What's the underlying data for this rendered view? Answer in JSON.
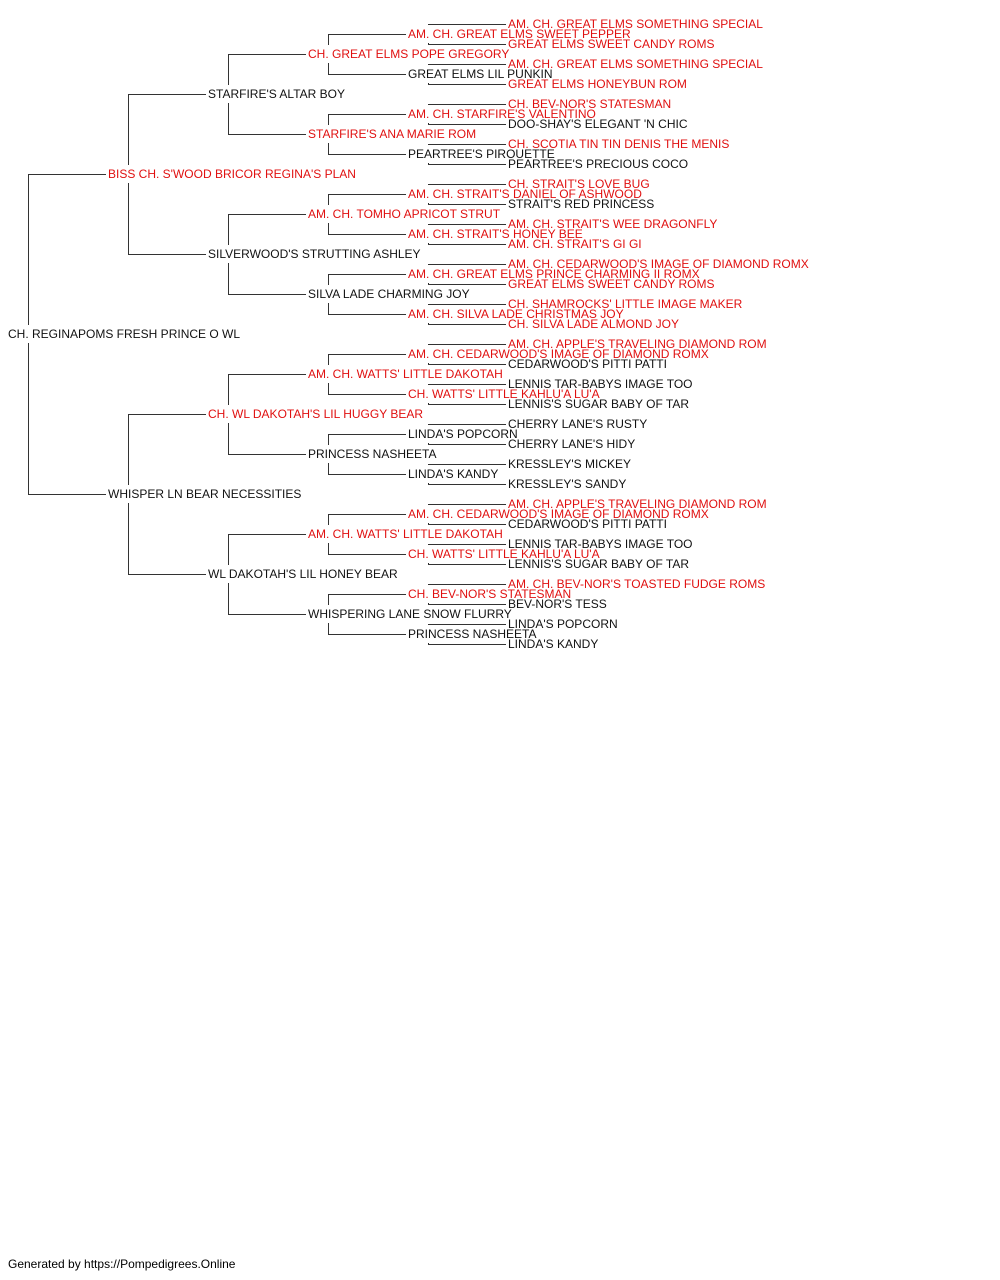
{
  "colors": {
    "titled": "#e01010",
    "plain": "#111111",
    "line": "#333333"
  },
  "pedigree": {
    "subject": {
      "name": "CH. REGINAPOMS FRESH PRINCE O WL",
      "titled": false
    },
    "sire": {
      "name": "BISS CH. S'WOOD BRICOR REGINA'S PLAN",
      "titled": true,
      "sire": {
        "name": "STARFIRE'S ALTAR BOY",
        "titled": false,
        "sire": {
          "name": "CH. GREAT ELMS POPE GREGORY",
          "titled": true,
          "sire": {
            "name": "AM. CH. GREAT ELMS SWEET PEPPER",
            "titled": true,
            "sire": {
              "name": "AM. CH. GREAT ELMS SOMETHING SPECIAL",
              "titled": true
            },
            "dam": {
              "name": "GREAT ELMS SWEET CANDY ROMS",
              "titled": true
            }
          },
          "dam": {
            "name": "GREAT ELMS LIL PUNKIN",
            "titled": false,
            "sire": {
              "name": "AM. CH. GREAT ELMS SOMETHING SPECIAL",
              "titled": true
            },
            "dam": {
              "name": "GREAT ELMS HONEYBUN ROM",
              "titled": true
            }
          }
        },
        "dam": {
          "name": "STARFIRE'S ANA MARIE ROM",
          "titled": true,
          "sire": {
            "name": "AM. CH. STARFIRE'S VALENTINO",
            "titled": true,
            "sire": {
              "name": "CH. BEV-NOR'S STATESMAN",
              "titled": true
            },
            "dam": {
              "name": "DOO-SHAY'S ELEGANT 'N CHIC",
              "titled": false
            }
          },
          "dam": {
            "name": "PEARTREE'S PIROUETTE",
            "titled": false,
            "sire": {
              "name": "CH. SCOTIA TIN TIN DENIS THE MENIS",
              "titled": true
            },
            "dam": {
              "name": "PEARTREE'S PRECIOUS COCO",
              "titled": false
            }
          }
        }
      },
      "dam": {
        "name": "SILVERWOOD'S STRUTTING ASHLEY",
        "titled": false,
        "sire": {
          "name": "AM. CH. TOMHO APRICOT STRUT",
          "titled": true,
          "sire": {
            "name": "AM. CH. STRAIT'S DANIEL OF ASHWOOD",
            "titled": true,
            "sire": {
              "name": "CH. STRAIT'S LOVE BUG",
              "titled": true
            },
            "dam": {
              "name": "STRAIT'S RED PRINCESS",
              "titled": false
            }
          },
          "dam": {
            "name": "AM. CH. STRAIT'S HONEY BEE",
            "titled": true,
            "sire": {
              "name": "AM. CH. STRAIT'S WEE DRAGONFLY",
              "titled": true
            },
            "dam": {
              "name": "AM. CH. STRAIT'S GI GI",
              "titled": true
            }
          }
        },
        "dam": {
          "name": "SILVA LADE CHARMING JOY",
          "titled": false,
          "sire": {
            "name": "AM. CH. GREAT ELMS PRINCE CHARMING II ROMX",
            "titled": true,
            "sire": {
              "name": "AM. CH. CEDARWOOD'S IMAGE OF DIAMOND ROMX",
              "titled": true
            },
            "dam": {
              "name": "GREAT ELMS SWEET CANDY ROMS",
              "titled": true
            }
          },
          "dam": {
            "name": "AM. CH. SILVA LADE CHRISTMAS JOY",
            "titled": true,
            "sire": {
              "name": "CH. SHAMROCKS' LITTLE IMAGE MAKER",
              "titled": true
            },
            "dam": {
              "name": "CH. SILVA LADE ALMOND JOY",
              "titled": true
            }
          }
        }
      }
    },
    "dam": {
      "name": "WHISPER LN BEAR NECESSITIES",
      "titled": false,
      "sire": {
        "name": "CH. WL DAKOTAH'S LIL HUGGY BEAR",
        "titled": true,
        "sire": {
          "name": "AM. CH. WATTS' LITTLE DAKOTAH",
          "titled": true,
          "sire": {
            "name": "AM. CH. CEDARWOOD'S IMAGE OF DIAMOND ROMX",
            "titled": true,
            "sire": {
              "name": "AM. CH. APPLE'S TRAVELING DIAMOND ROM",
              "titled": true
            },
            "dam": {
              "name": "CEDARWOOD'S PITTI PATTI",
              "titled": false
            }
          },
          "dam": {
            "name": "CH. WATTS' LITTLE KAHLU'A LU'A",
            "titled": true,
            "sire": {
              "name": "LENNIS TAR-BABYS IMAGE TOO",
              "titled": false
            },
            "dam": {
              "name": "LENNIS'S SUGAR BABY OF TAR",
              "titled": false
            }
          }
        },
        "dam": {
          "name": "PRINCESS NASHEETA",
          "titled": false,
          "sire": {
            "name": "LINDA'S POPCORN",
            "titled": false,
            "sire": {
              "name": "CHERRY LANE'S RUSTY",
              "titled": false
            },
            "dam": {
              "name": "CHERRY LANE'S HIDY",
              "titled": false
            }
          },
          "dam": {
            "name": "LINDA'S KANDY",
            "titled": false,
            "sire": {
              "name": "KRESSLEY'S MICKEY",
              "titled": false
            },
            "dam": {
              "name": "KRESSLEY'S SANDY",
              "titled": false
            }
          }
        }
      },
      "dam": {
        "name": "WL DAKOTAH'S LIL HONEY BEAR",
        "titled": false,
        "sire": {
          "name": "AM. CH. WATTS' LITTLE DAKOTAH",
          "titled": true,
          "sire": {
            "name": "AM. CH. CEDARWOOD'S IMAGE OF DIAMOND ROMX",
            "titled": true,
            "sire": {
              "name": "AM. CH. APPLE'S TRAVELING DIAMOND ROM",
              "titled": true
            },
            "dam": {
              "name": "CEDARWOOD'S PITTI PATTI",
              "titled": false
            }
          },
          "dam": {
            "name": "CH. WATTS' LITTLE KAHLU'A LU'A",
            "titled": true,
            "sire": {
              "name": "LENNIS TAR-BABYS IMAGE TOO",
              "titled": false
            },
            "dam": {
              "name": "LENNIS'S SUGAR BABY OF TAR",
              "titled": false
            }
          }
        },
        "dam": {
          "name": "WHISPERING LANE SNOW FLURRY",
          "titled": false,
          "sire": {
            "name": "CH. BEV-NOR'S STATESMAN",
            "titled": true,
            "sire": {
              "name": "AM. CH. BEV-NOR'S TOASTED FUDGE ROMS",
              "titled": true
            },
            "dam": {
              "name": "BEV-NOR'S TESS",
              "titled": false
            }
          },
          "dam": {
            "name": "PRINCESS NASHEETA",
            "titled": false,
            "sire": {
              "name": "LINDA'S POPCORN",
              "titled": false
            },
            "dam": {
              "name": "LINDA'S KANDY",
              "titled": false
            }
          }
        }
      }
    }
  },
  "footer": {
    "text": "Generated by https://Pompedigrees.Online"
  }
}
